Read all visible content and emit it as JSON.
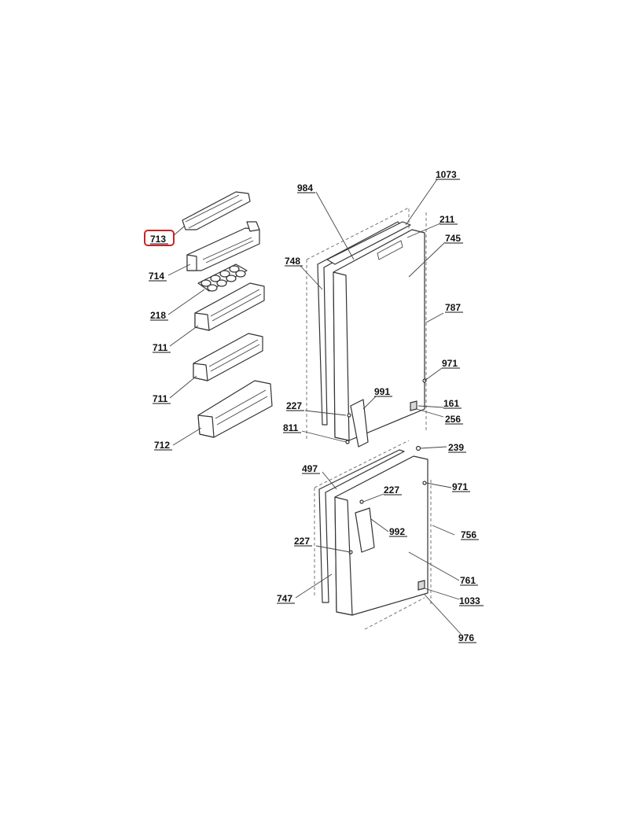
{
  "callouts": {
    "c713": "713",
    "c714": "714",
    "c218": "218",
    "c711a": "711",
    "c711b": "711",
    "c712": "712",
    "c984": "984",
    "c1073": "1073",
    "c211": "211",
    "c745": "745",
    "c748": "748",
    "c787": "787",
    "c971a": "971",
    "c991": "991",
    "c227a": "227",
    "c161": "161",
    "c256": "256",
    "c811": "811",
    "c239": "239",
    "c497": "497",
    "c971b": "971",
    "c227b": "227",
    "c992": "992",
    "c756": "756",
    "c227c": "227",
    "c761": "761",
    "c747": "747",
    "c1033": "1033",
    "c976": "976"
  },
  "highlighted_callout": "713",
  "colors": {
    "highlight": "#cc2222",
    "line": "#333333"
  }
}
